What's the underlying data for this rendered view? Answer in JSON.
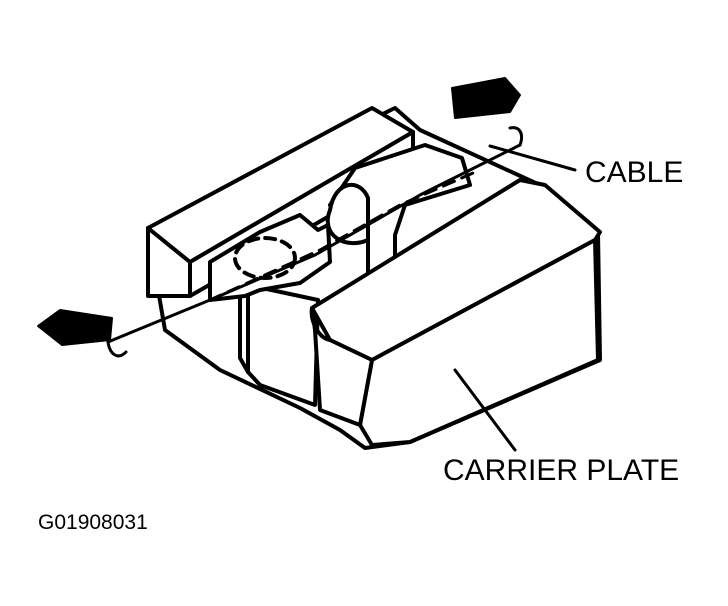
{
  "labels": {
    "cable": "CABLE",
    "carrier_plate": "CARRIER PLATE"
  },
  "figure_id": "G01908031",
  "colors": {
    "ink": "#000000",
    "paper": "#ffffff"
  },
  "icons": {
    "pull_left": "arrow-left-icon",
    "pull_right": "arrow-right-icon"
  }
}
